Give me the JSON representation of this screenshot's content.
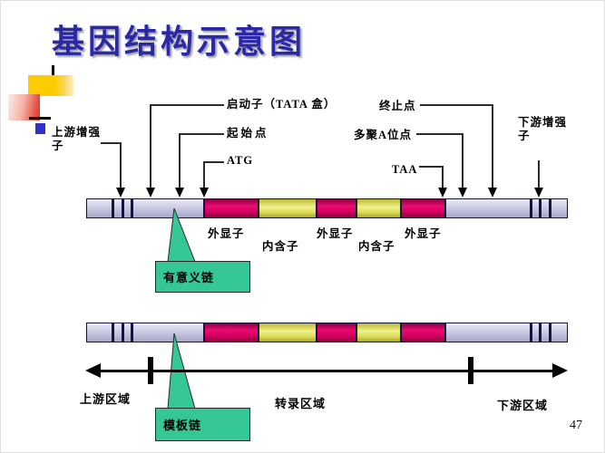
{
  "title": "基因结构示意图",
  "page_number": "47",
  "colors": {
    "title": "#2a28a8",
    "exon": "#d1005f",
    "intron": "#e6e65f",
    "flank": "#c7c7e0",
    "divider": "#14143c",
    "callout": "#35c795",
    "decor_yellow": "#ffcc00",
    "decor_red": "#e4493a",
    "decor_navy": "#3030cc"
  },
  "labels": {
    "upstream_enhancer": "上游增强子",
    "promoter": "启动子（TATA 盒）",
    "start_site": "起始点",
    "atg": "ATG",
    "stop_site": "终止点",
    "polya_site": "多聚A位点",
    "taa": "TAA",
    "downstream_enhancer": "下游增强子"
  },
  "bar_labels": [
    "外显子",
    "内含子",
    "外显子",
    "内含子",
    "外显子"
  ],
  "callouts": {
    "sense_strand": "有意义链",
    "template_strand": "模板链"
  },
  "axis_labels": {
    "upstream": "上游区域",
    "transcribed": "转录区域",
    "downstream": "下游区域"
  },
  "gene_bar": {
    "segments": [
      {
        "kind": "flank",
        "w": 27
      },
      {
        "kind": "divider",
        "w": 3
      },
      {
        "kind": "flank",
        "w": 8
      },
      {
        "kind": "divider",
        "w": 3
      },
      {
        "kind": "flank",
        "w": 7
      },
      {
        "kind": "divider",
        "w": 3
      },
      {
        "kind": "flank",
        "w": 77
      },
      {
        "kind": "divider",
        "w": 2
      },
      {
        "kind": "exon",
        "w": 58
      },
      {
        "kind": "divider",
        "w": 2
      },
      {
        "kind": "intron",
        "w": 62
      },
      {
        "kind": "divider",
        "w": 2
      },
      {
        "kind": "exon",
        "w": 42
      },
      {
        "kind": "divider",
        "w": 2
      },
      {
        "kind": "intron",
        "w": 47
      },
      {
        "kind": "divider",
        "w": 2
      },
      {
        "kind": "exon",
        "w": 47
      },
      {
        "kind": "divider",
        "w": 2
      },
      {
        "kind": "flank",
        "w": 92
      },
      {
        "kind": "divider",
        "w": 3
      },
      {
        "kind": "flank",
        "w": 7
      },
      {
        "kind": "divider",
        "w": 3
      },
      {
        "kind": "flank",
        "w": 8
      },
      {
        "kind": "divider",
        "w": 3
      },
      {
        "kind": "flank",
        "w": 19
      }
    ]
  }
}
